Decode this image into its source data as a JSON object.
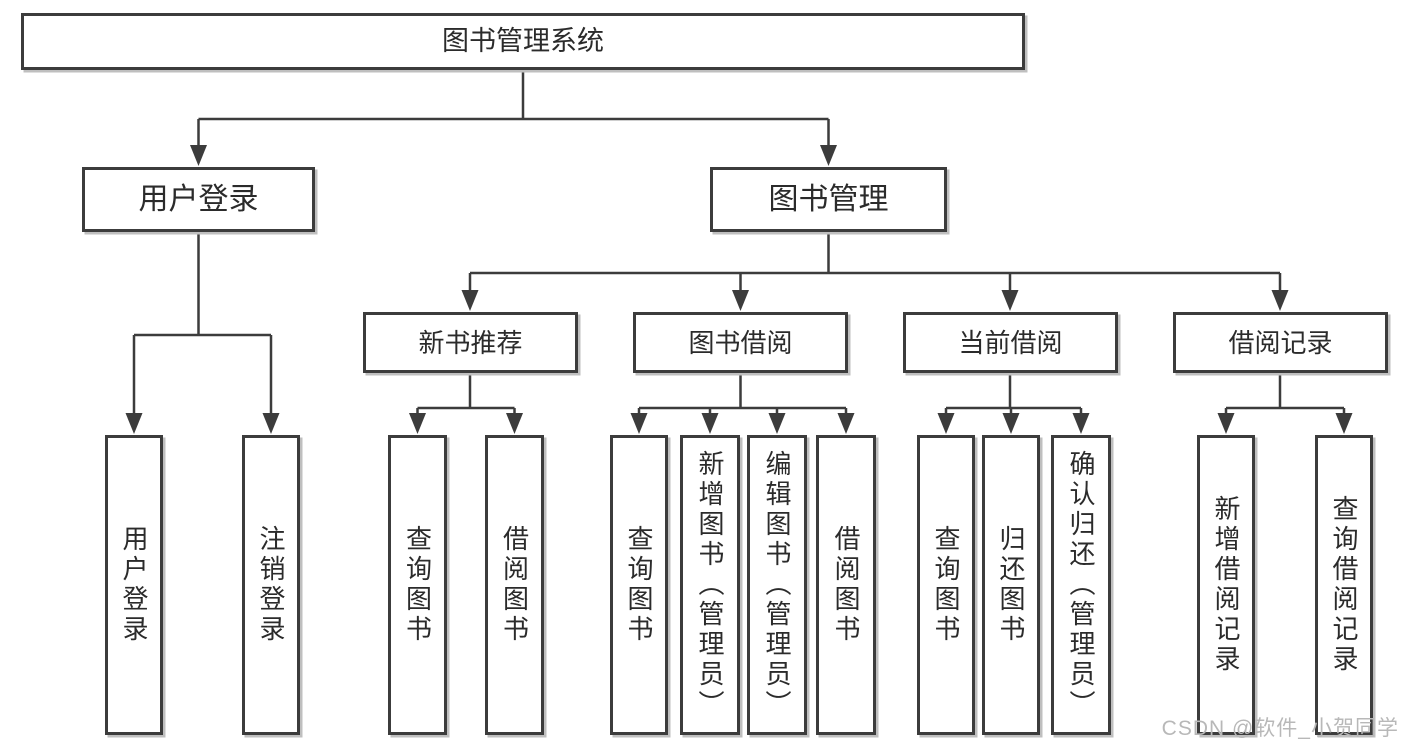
{
  "tree": {
    "label": "图书管理系统",
    "children": [
      {
        "label": "用户登录",
        "children": [
          {
            "label": "用户登录"
          },
          {
            "label": "注销登录"
          }
        ]
      },
      {
        "label": "图书管理",
        "children": [
          {
            "label": "新书推荐",
            "children": [
              {
                "label": "查询图书"
              },
              {
                "label": "借阅图书"
              }
            ]
          },
          {
            "label": "图书借阅",
            "children": [
              {
                "label": "查询图书"
              },
              {
                "label": "新增图书（管理员）"
              },
              {
                "label": "编辑图书（管理员）"
              },
              {
                "label": "借阅图书"
              }
            ]
          },
          {
            "label": "当前借阅",
            "children": [
              {
                "label": "查询图书"
              },
              {
                "label": "归还图书"
              },
              {
                "label": "确认归还（管理员）"
              }
            ]
          },
          {
            "label": "借阅记录",
            "children": [
              {
                "label": "新增借阅记录"
              },
              {
                "label": "查询借阅记录"
              }
            ]
          }
        ]
      }
    ]
  },
  "watermark": {
    "text": "CSDN @软件_小贺同学"
  },
  "colors": {
    "line": "#3c3c3c",
    "box_border": "#3c3c3c",
    "box_fill": "#ffffff",
    "text": "#2b2b2b",
    "watermark": "#b8b8b8",
    "background": "#ffffff"
  }
}
